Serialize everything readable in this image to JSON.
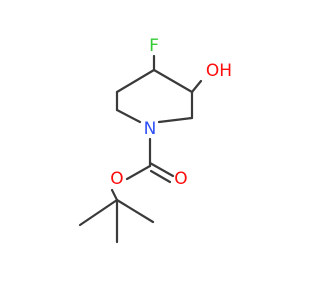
{
  "molecule": {
    "atoms": {
      "fluorine": {
        "symbol": "F",
        "color": "#33cc33"
      },
      "hydroxyl": {
        "symbol": "OH",
        "color": "#ff0d0d"
      },
      "ring_nitrogen": {
        "symbol": "N",
        "color": "#3050f8"
      },
      "ester_oxygen": {
        "symbol": "O",
        "color": "#ff0d0d"
      },
      "carbonyl_oxygen": {
        "symbol": "O",
        "color": "#ff0d0d"
      }
    },
    "bond_color": "#3a3a3a",
    "background": "#ffffff"
  }
}
